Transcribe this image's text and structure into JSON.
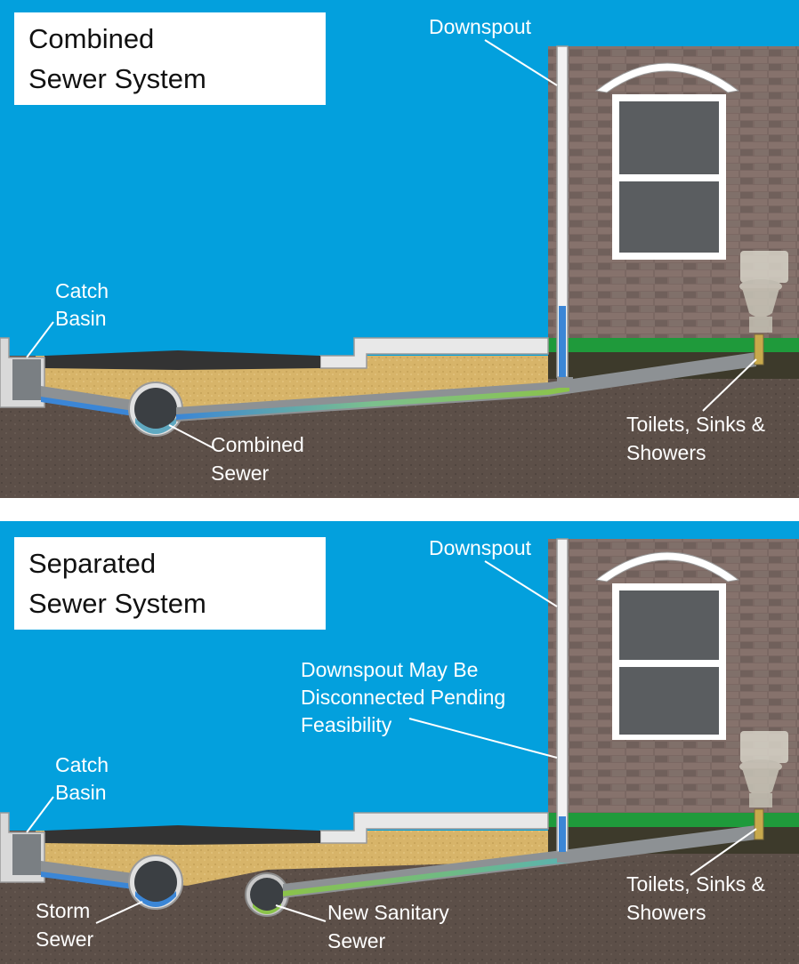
{
  "panels": [
    {
      "title_line1": "Combined",
      "title_line2": "Sewer System",
      "labels": {
        "downspout": "Downspout",
        "catch_basin_1": "Catch",
        "catch_basin_2": "Basin",
        "sewer_1": "Combined",
        "sewer_2": "Sewer",
        "fixtures_1": "Toilets, Sinks &",
        "fixtures_2": "Showers"
      }
    },
    {
      "title_line1": "Separated",
      "title_line2": "Sewer System",
      "labels": {
        "downspout": "Downspout",
        "note_1": "Downspout May Be",
        "note_2": "Disconnected Pending",
        "note_3": "Feasibility",
        "catch_basin_1": "Catch",
        "catch_basin_2": "Basin",
        "storm_1": "Storm",
        "storm_2": "Sewer",
        "sanitary_1": "New Sanitary",
        "sanitary_2": "Sewer",
        "fixtures_1": "Toilets, Sinks &",
        "fixtures_2": "Showers"
      }
    }
  ],
  "colors": {
    "sky": "#03a0dd",
    "soil": "#5c4f48",
    "sand": "#d7b469",
    "brick": "#7b6863",
    "grass": "#1f9a3b",
    "pipe": "#8d9194",
    "storm_water": "#3b86d6",
    "sanitary_water": "#8bc34a"
  }
}
